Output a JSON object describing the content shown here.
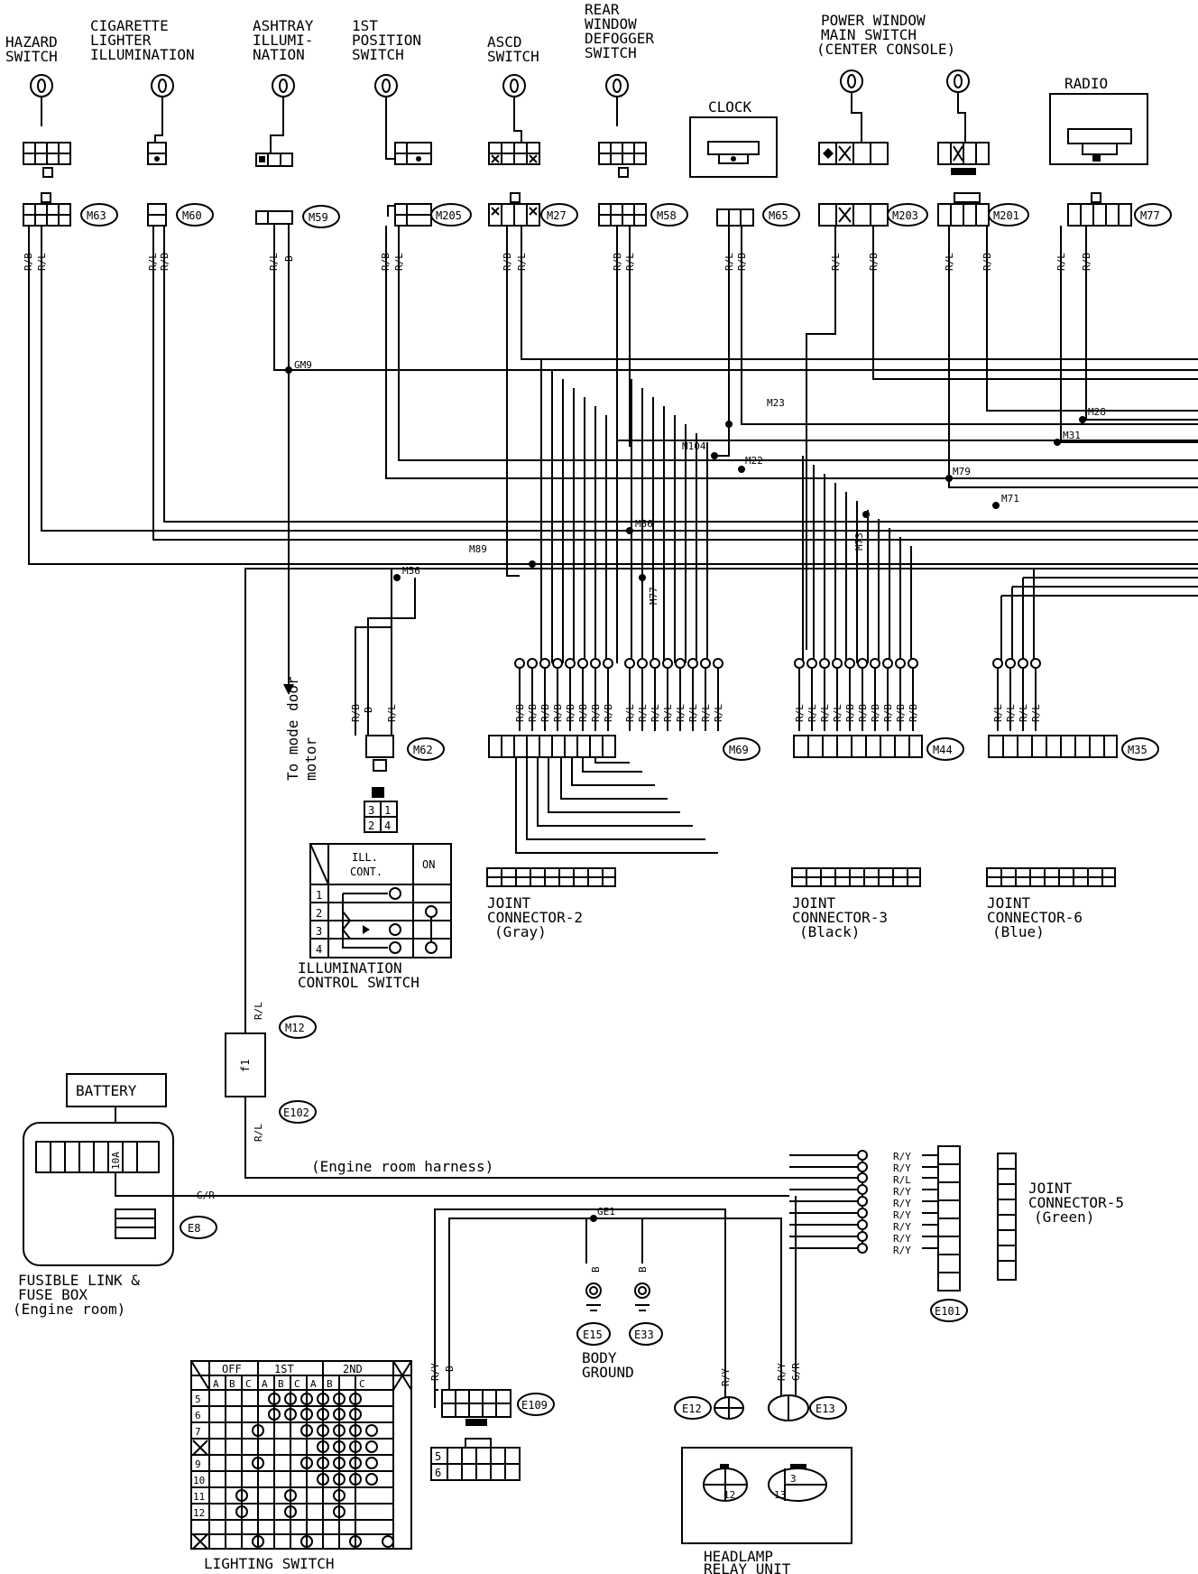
{
  "components": {
    "hazard": [
      "HAZARD",
      "SWITCH"
    ],
    "cigarette": [
      "CIGARETTE",
      "LIGHTER",
      "ILLUMINATION"
    ],
    "ashtray": [
      "ASHTRAY",
      "ILLUMI-",
      "NATION"
    ],
    "position1st": [
      "1ST",
      "POSITION",
      "SWITCH"
    ],
    "ascd": [
      "ASCD",
      "SWITCH"
    ],
    "defogger": [
      "REAR",
      "WINDOW",
      "DEFOGGER",
      "SWITCH"
    ],
    "clock": "CLOCK",
    "power_window": [
      "POWER WINDOW",
      "MAIN SWITCH",
      "(CENTER CONSOLE)"
    ],
    "radio": "RADIO",
    "battery": "BATTERY",
    "fuse_10a": "10A",
    "fusible_link": [
      "FUSIBLE LINK &",
      "FUSE BOX",
      "(Engine room)"
    ],
    "mode_door": [
      "To mode door",
      "motor"
    ],
    "illum_switch": [
      "ILLUMINATION",
      "CONTROL SWITCH"
    ],
    "illum_table": {
      "h1": [
        "ILL.",
        "CONT."
      ],
      "h2": "ON",
      "rows": [
        "1",
        "2",
        "3",
        "4"
      ]
    },
    "jc2": [
      "JOINT",
      "CONNECTOR-2",
      "(Gray)"
    ],
    "jc3": [
      "JOINT",
      "CONNECTOR-3",
      "(Black)"
    ],
    "jc6": [
      "JOINT",
      "CONNECTOR-6",
      "(Blue)"
    ],
    "jc5": [
      "JOINT",
      "CONNECTOR-5",
      "(Green)"
    ],
    "engine_harness": "(Engine room harness)",
    "body_ground": [
      "BODY",
      "GROUND"
    ],
    "headlamp_relay": [
      "HEADLAMP",
      "RELAY UNIT"
    ],
    "lighting_switch": "LIGHTING SWITCH",
    "fuse_f1": "f1"
  },
  "connectors": {
    "M63": "M63",
    "M60": "M60",
    "M59": "M59",
    "M205": "M205",
    "M27": "M27",
    "M58": "M58",
    "M65": "M65",
    "M203": "M203",
    "M201": "M201",
    "M77": "M77",
    "M62": "M62",
    "M69": "M69",
    "M44": "M44",
    "M35": "M35",
    "M12": "M12",
    "E102": "E102",
    "E8": "E8",
    "E101": "E101",
    "E109": "E109",
    "E12": "E12",
    "E13": "E13",
    "E15": "E15",
    "E33": "E33"
  },
  "junctions": {
    "GM9": "GM9",
    "M23": "M23",
    "M28": "M28",
    "M31": "M31",
    "M104": "M104",
    "M22": "M22",
    "M79": "M79",
    "M71": "M71",
    "M73": "M73",
    "M56a": "M56",
    "M89": "M89",
    "M56b": "M56",
    "M77": "M77",
    "GE1": "GE1"
  },
  "wires": {
    "rb": "R/B",
    "rl": "R/L",
    "b": "B",
    "gr": "G/R",
    "ry": "R/Y"
  },
  "m62_pins": [
    "3",
    "1",
    "2",
    "4"
  ],
  "e109_pins": [
    "5",
    "6"
  ],
  "relay_pins": [
    "12",
    "3",
    "13"
  ],
  "lighting_table": {
    "groups": [
      "OFF",
      "1ST",
      "2ND"
    ],
    "cols": [
      "A",
      "B",
      "C",
      "A",
      "B",
      "C",
      "A",
      "B",
      "C"
    ],
    "rows": [
      "5",
      "6",
      "7",
      "",
      "9",
      "10",
      "11",
      "12",
      ""
    ]
  }
}
